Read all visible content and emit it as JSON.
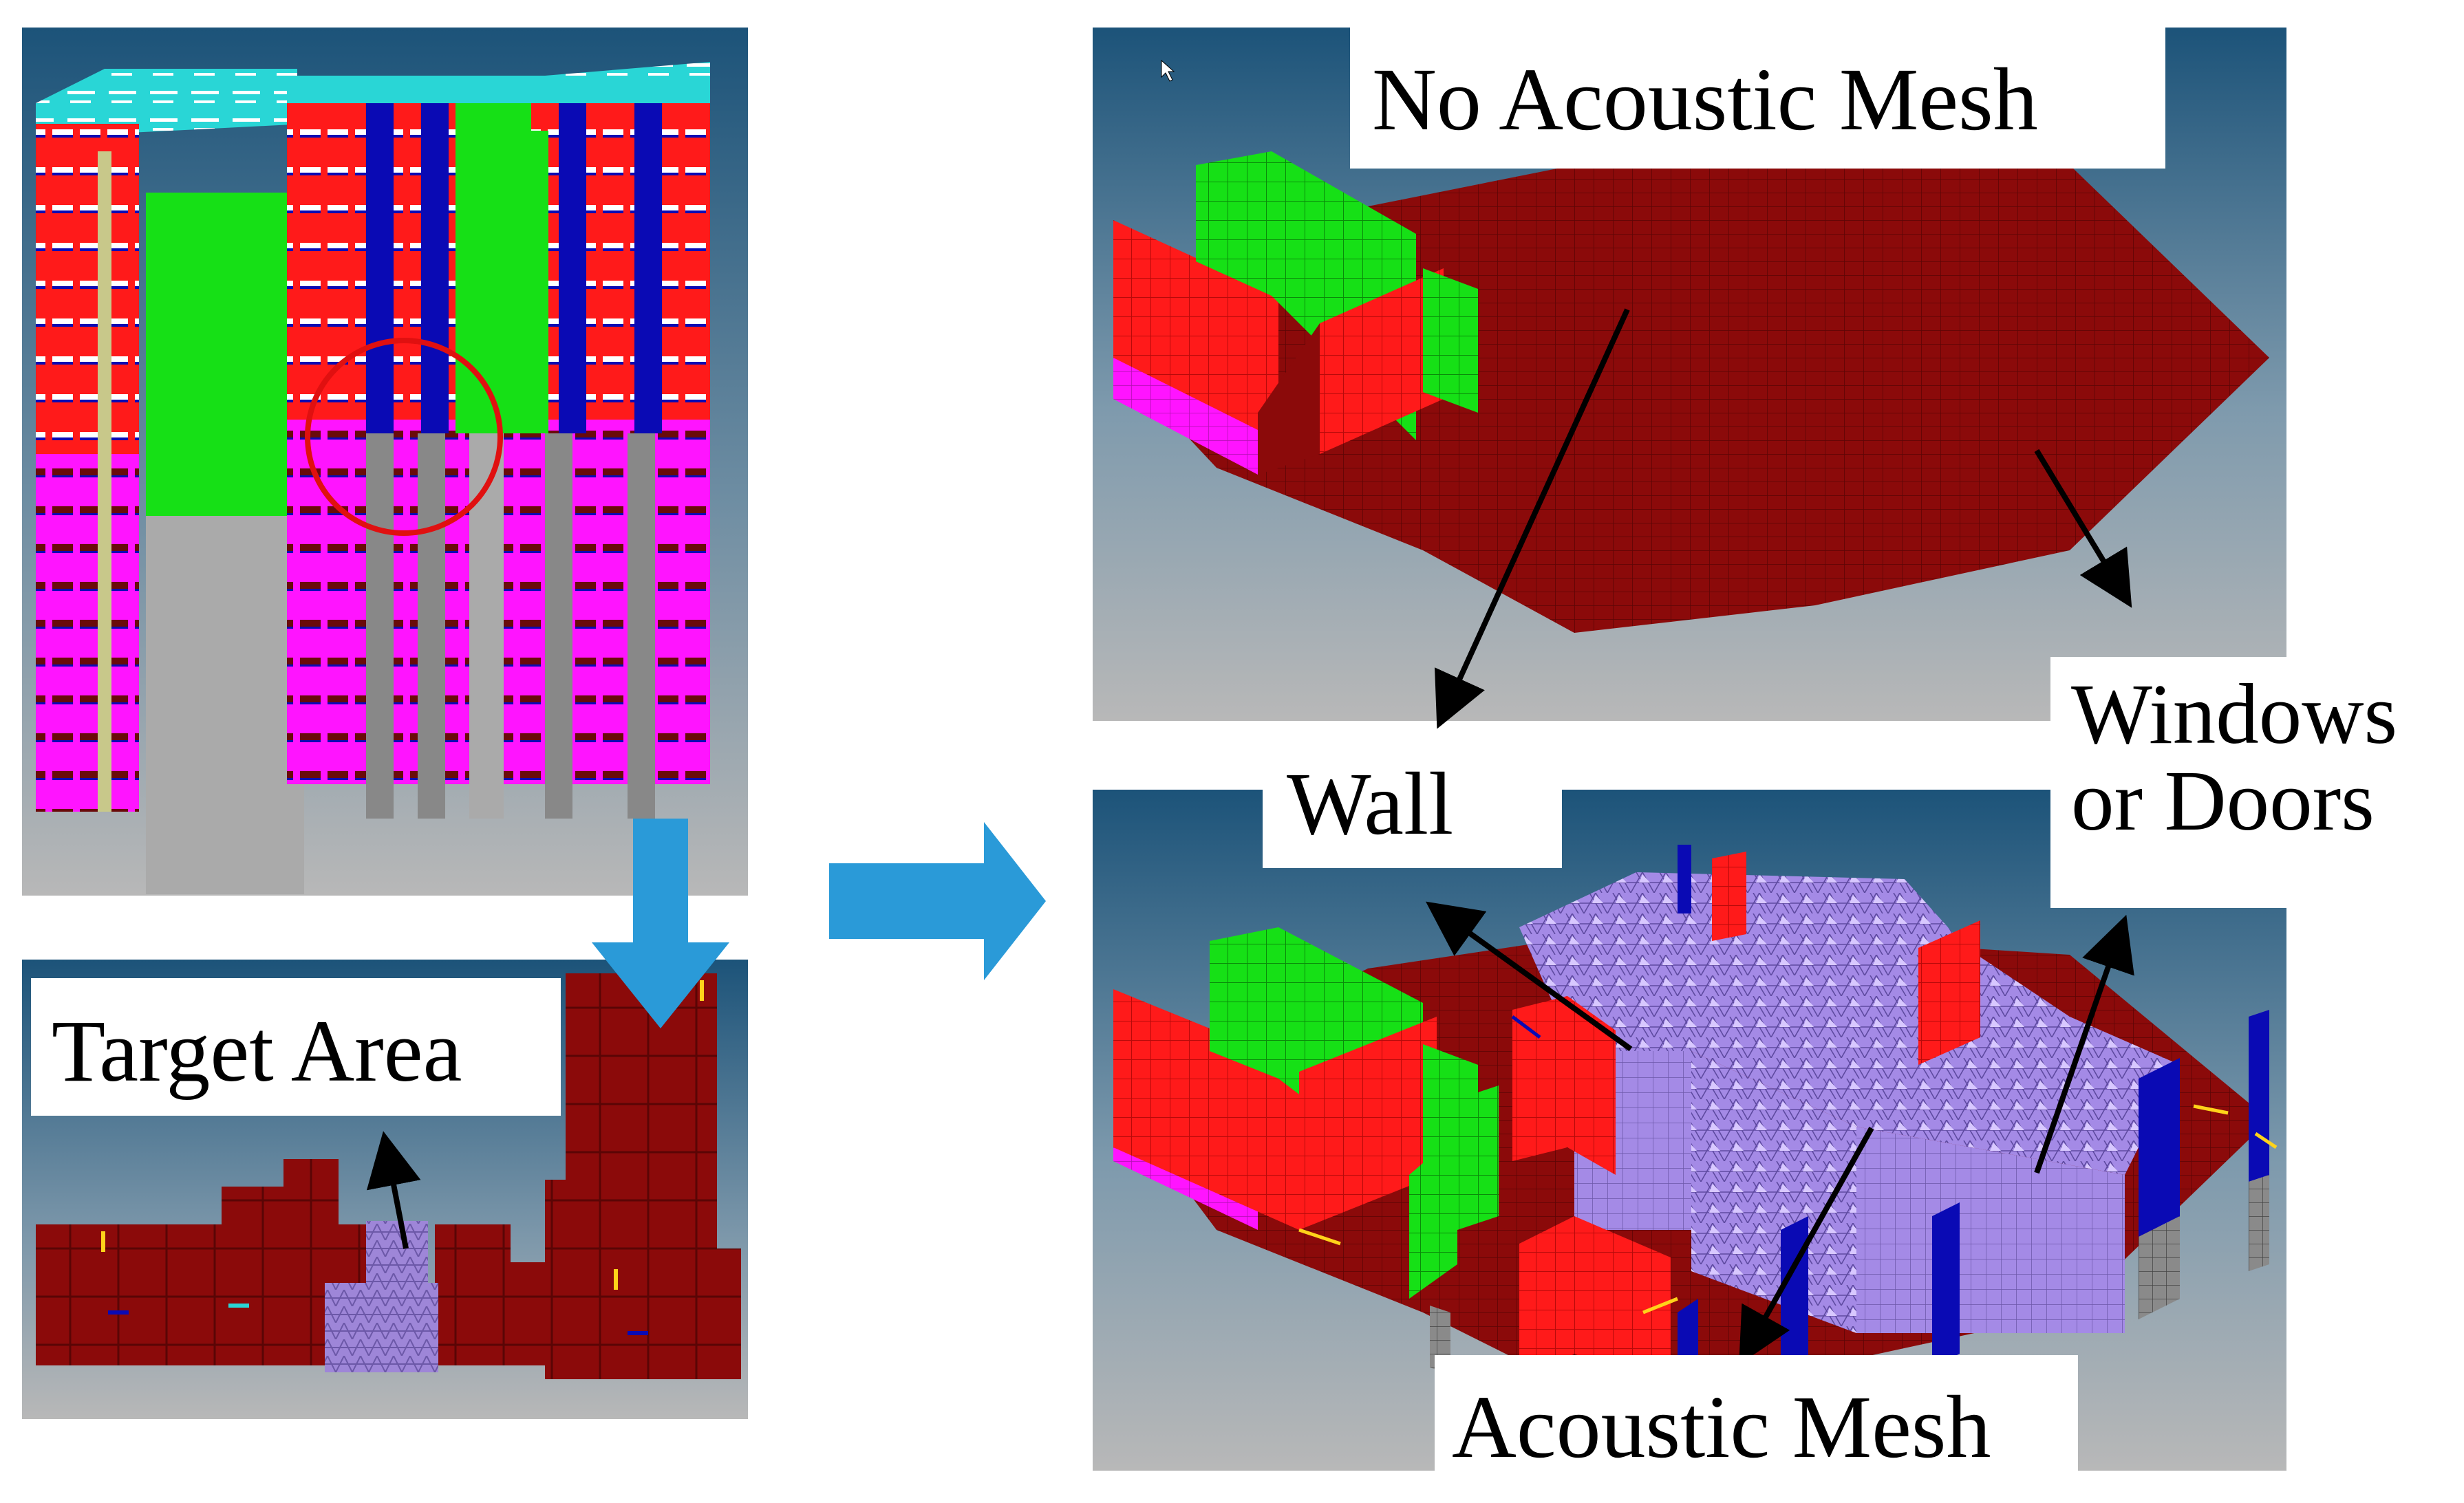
{
  "labels": {
    "no_mesh": "No Acoustic Mesh",
    "target_area": "Target Area",
    "wall": "Wall",
    "windows_line1": "Windows",
    "windows_line2": "or Doors",
    "acoustic_mesh": "Acoustic Mesh"
  },
  "icons": {
    "down_arrow": "down-arrow-icon",
    "right_arrow": "right-arrow-icon",
    "cursor": "mouse-cursor-icon"
  },
  "colors": {
    "wall_red": "#ff1a1a",
    "floor_darkred": "#8b0a0a",
    "window_blue": "#0a0ab4",
    "green": "#16e016",
    "magenta": "#ff14ff",
    "cyan": "#29d6d6",
    "grey": "#9a9a9a",
    "acoustic_purple": "#b28af0",
    "arrow_blue": "#2a9ad8",
    "highlight_circle": "#e01010"
  }
}
